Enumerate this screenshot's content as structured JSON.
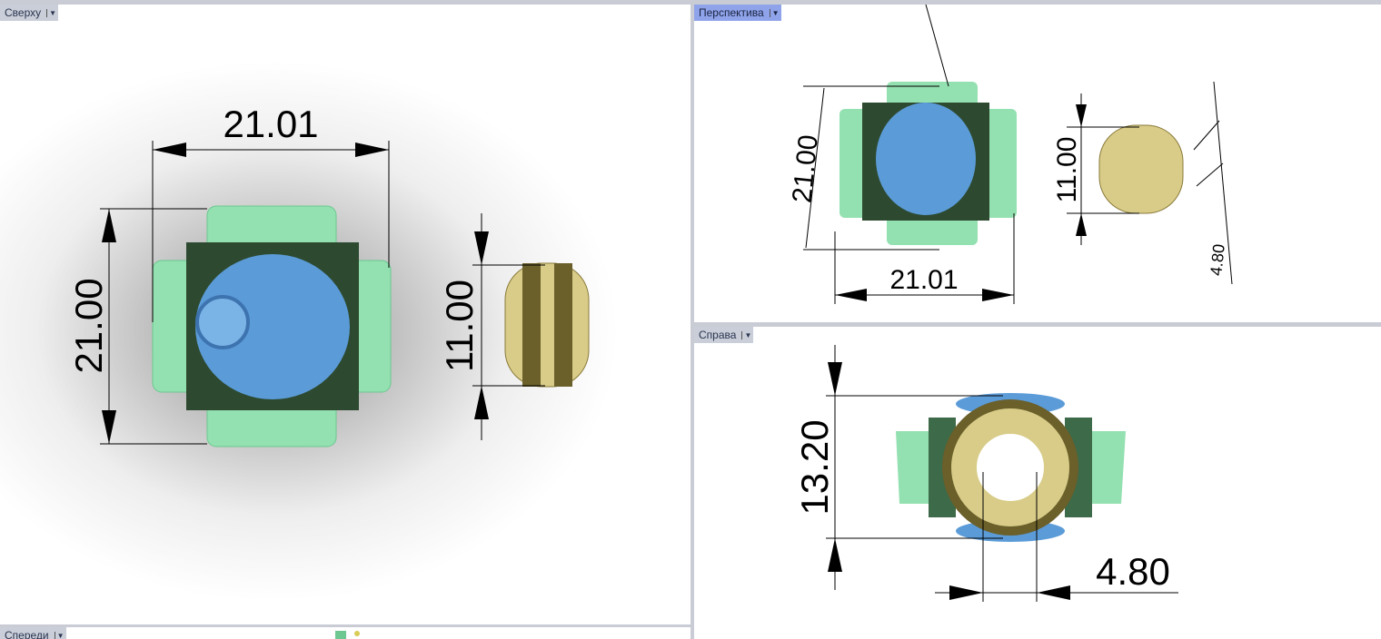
{
  "viewports": {
    "top": {
      "label": "Сверху",
      "width_dim": "21.01",
      "height_dim": "21.00",
      "bead_dim": "11.00"
    },
    "perspective": {
      "label": "Перспектива",
      "height_dim": "21.00",
      "width_dim": "21.01",
      "bead_dim": "11.00",
      "hole_dim": "4.80"
    },
    "right": {
      "label": "Справа",
      "height_dim": "13.20",
      "hole_dim": "4.80"
    },
    "front": {
      "label": "Спереди"
    }
  },
  "colors": {
    "active_tab": "#8fa3ea",
    "plate": "#93e0b0",
    "relief": "#5b9bd8",
    "gold": "#d8cc88"
  }
}
